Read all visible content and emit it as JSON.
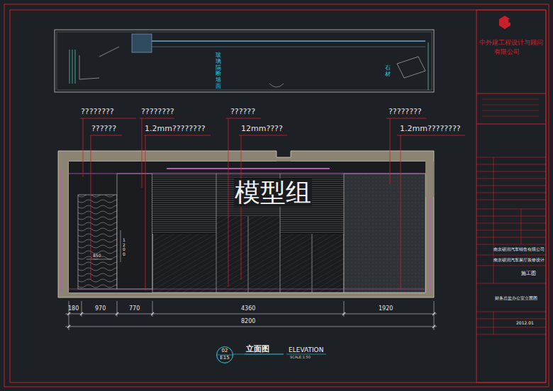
{
  "diagram": {
    "nodes": [
      {
        "text": [
          "02",
          "E15"
        ]
      }
    ],
    "labels": [
      "????????",
      "????????",
      "??????",
      "????????",
      "??????",
      "1.2mm????????",
      "12mm????",
      "1.2mm????????",
      "模型组",
      "850",
      "1200",
      "180",
      "970",
      "770",
      "4360",
      "1920",
      "8200",
      "立面图",
      "ELEVATION",
      "SCALE:1:50",
      "玻璃隔断墙面",
      "石材",
      "中外建工程设计与顾问",
      "有限公司",
      "南京硕润汽车销售有限公司",
      "南京硕润汽车展厅装修设计",
      "施工图",
      "财务总监办公室立面图",
      "2012.01"
    ]
  }
}
